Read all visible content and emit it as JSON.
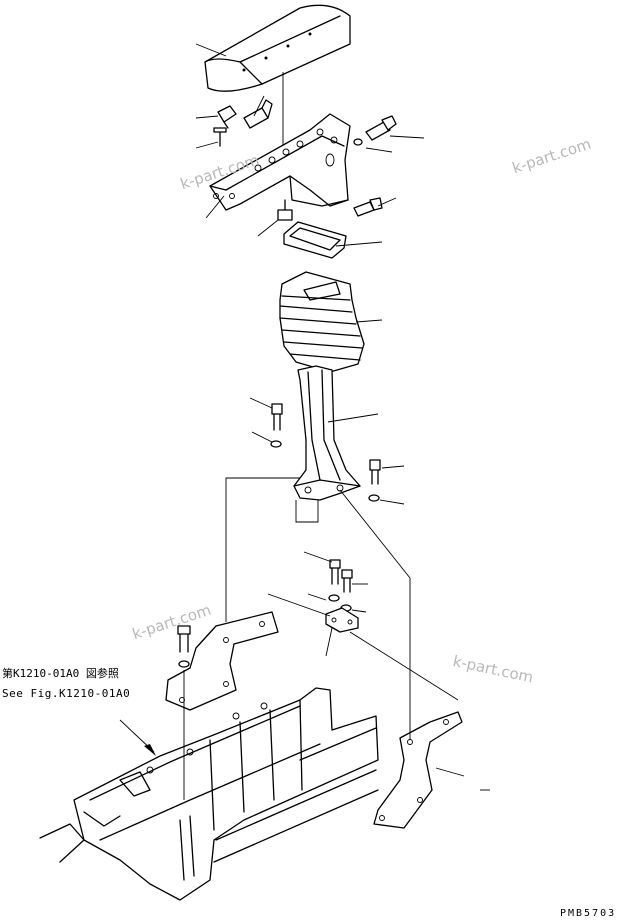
{
  "reference": {
    "japanese": "第K1210-01A0 図参照",
    "english": "See Fig.K1210-01A0"
  },
  "figure_code": "PMB5703",
  "watermark": "k-part.com",
  "parts": [
    {
      "name": "armrest-pad"
    },
    {
      "name": "clip"
    },
    {
      "name": "plug"
    },
    {
      "name": "screw"
    },
    {
      "name": "bracket"
    },
    {
      "name": "bolt-right-upper"
    },
    {
      "name": "washer-upper"
    },
    {
      "name": "bolt-right-lower"
    },
    {
      "name": "bolt-clip"
    },
    {
      "name": "cover-plate"
    },
    {
      "name": "rubber-boot"
    },
    {
      "name": "bolt-left"
    },
    {
      "name": "washer-left"
    },
    {
      "name": "lever-stand"
    },
    {
      "name": "bolt-stand"
    },
    {
      "name": "washer-stand"
    },
    {
      "name": "bolt-pair"
    },
    {
      "name": "washer-pair"
    },
    {
      "name": "bracket-small"
    },
    {
      "name": "bolt-mount"
    },
    {
      "name": "bracket-left"
    },
    {
      "name": "bracket-right"
    },
    {
      "name": "frame"
    }
  ]
}
